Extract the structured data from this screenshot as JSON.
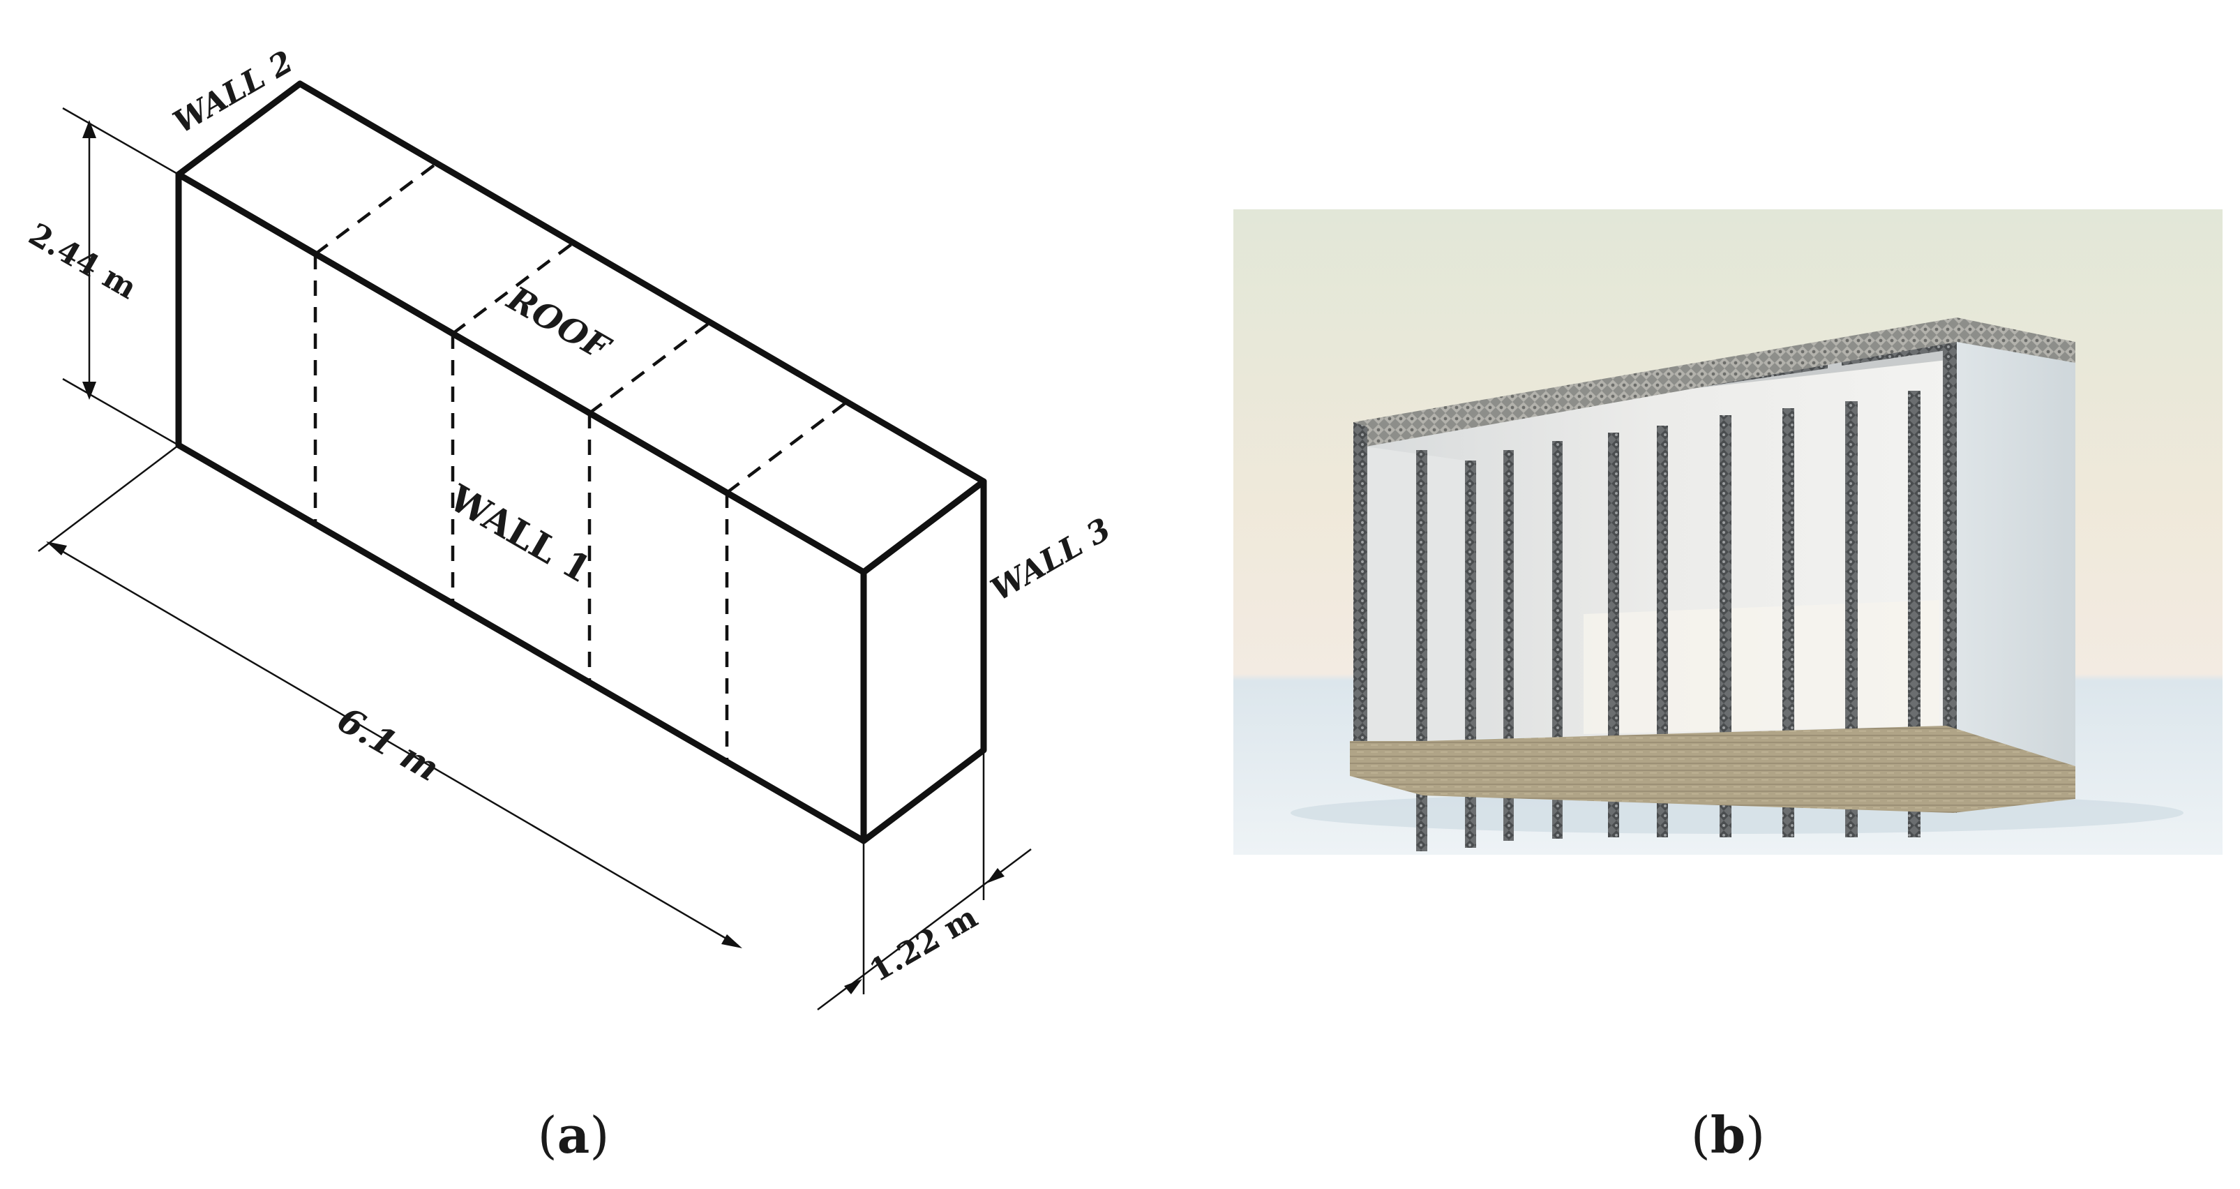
{
  "panel_a": {
    "wall2_label": "WALL 2",
    "wall1_label": "WALL 1",
    "wall3_label": "WALL 3",
    "roof_label": "ROOF",
    "height_dim": "2.44 m",
    "length_dim": "6.1 m",
    "depth_dim": "1.22 m",
    "caption_letter": "a"
  },
  "panel_b": {
    "caption_letter": "b"
  },
  "colors": {
    "ink": "#111111",
    "render_sky_top": "#e3e6d6",
    "render_sky_bottom": "#f2e9dc",
    "render_floor": "#e8eef1",
    "panel_light": "#eeeeec",
    "panel_end": "#dfe4e6",
    "frame_metal": "#55585a",
    "sill_wood": "#a89c82"
  }
}
